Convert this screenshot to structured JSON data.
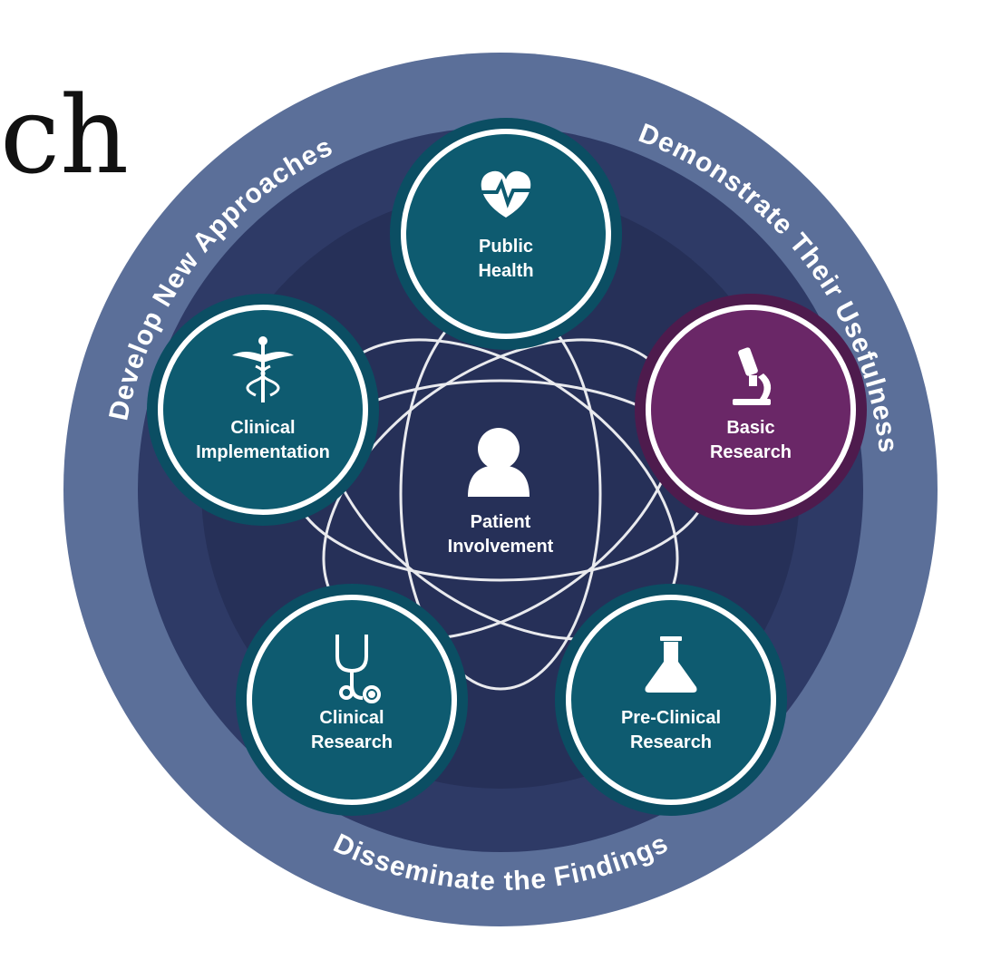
{
  "title_fragment": "ch",
  "ring": {
    "left_label": "Develop New Approaches",
    "right_label": "Demonstrate Their Usefulness",
    "bottom_label": "Disseminate the Findings"
  },
  "center": {
    "line1": "Patient",
    "line2": "Involvement",
    "icon": "person-icon"
  },
  "nodes": [
    {
      "line1": "Public",
      "line2": "Health",
      "icon": "heart-pulse-icon",
      "color": "#0e5b70"
    },
    {
      "line1": "Clinical",
      "line2": "Implementation",
      "icon": "caduceus-icon",
      "color": "#0e5b70"
    },
    {
      "line1": "Basic",
      "line2": "Research",
      "icon": "microscope-icon",
      "color": "#6a2767"
    },
    {
      "line1": "Clinical",
      "line2": "Research",
      "icon": "stethoscope-icon",
      "color": "#0e5b70"
    },
    {
      "line1": "Pre-Clinical",
      "line2": "Research",
      "icon": "flask-icon",
      "color": "#0e5b70"
    }
  ],
  "colors": {
    "outer_ring": "#5b6f99",
    "inner_disc": "#2e3a66",
    "center_disc": "#263058",
    "teal_rim": "#0b4e63",
    "purple_rim": "#4e1b4d"
  }
}
